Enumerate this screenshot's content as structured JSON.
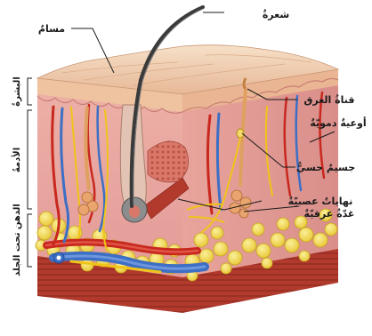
{
  "labels": {
    "hair": "شعرةٌ",
    "pore": "مسامٌ",
    "sweat_duct": "قناةُ العرق",
    "blood_vessels": "أوعيةٌ دمويّةٌ",
    "sensory_corpuscle": "جسيمٌ حسيٌّ",
    "nerve_endings": "نهاياتٌ عصبيّةٌ",
    "sweat_gland": "غدّةٌ عرقيّةٌ"
  },
  "layers": {
    "epidermis": "البشرةُ",
    "dermis": "الأدمةُ",
    "subcutaneous_fat": "الدهن تحت الجلد"
  },
  "colors": {
    "epidermis_top": "#f2d2b4",
    "epidermis": "#e8b79a",
    "dermis": "#e7a7a0",
    "fat": "#f1d64a",
    "fat_outline": "#c4a51c",
    "muscle": "#b23a2c",
    "artery": "#c8281e",
    "vein": "#3d6fc4",
    "nerve": "#f0c419",
    "hair": "#3a3a3a"
  }
}
